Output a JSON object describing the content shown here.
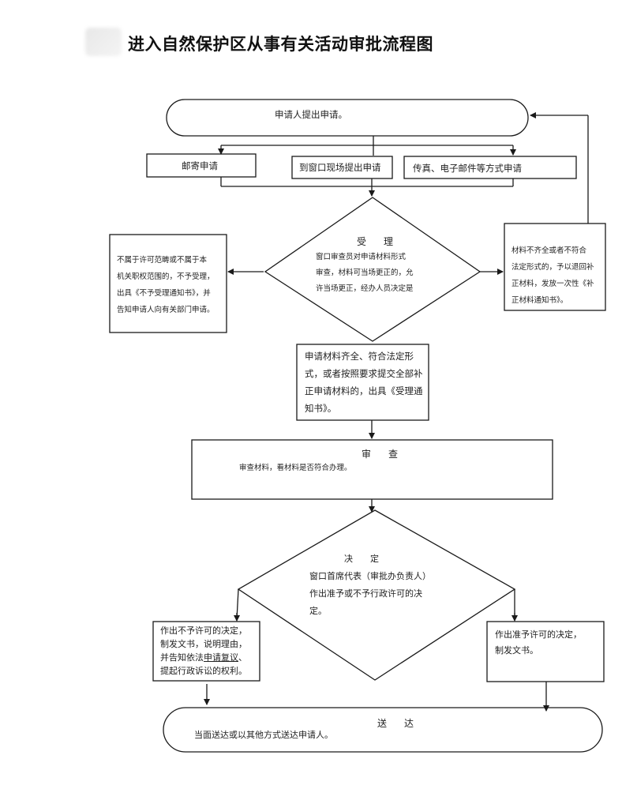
{
  "title": "进入自然保护区从事有关活动审批流程图",
  "nodes": {
    "apply": {
      "text": "申请人提出申请。"
    },
    "mail": {
      "text": "邮寄申请"
    },
    "window": {
      "text": "到窗口现场提出申请"
    },
    "fax": {
      "text": "传真、电子邮件等方式申请"
    },
    "accept": {
      "heading": "受理",
      "lines": [
        "窗口审查员对申请材料形式",
        "审查，材料可当场更正的，允",
        "许当场更正，经办人员决定是"
      ]
    },
    "reject_scope": {
      "lines": [
        "不属于许可范畴或不属于本",
        "机关职权范围的，不予受理，",
        "出具《不予受理通知书》，并",
        "告知申请人向有关部门申请。"
      ]
    },
    "supplement": {
      "lines": [
        "材料不齐全或者不符合",
        "法定形式的，予以退回补",
        "正材料，发放一次性《补",
        "正材料通知书》。"
      ]
    },
    "accepted": {
      "lines": [
        "申请材料齐全、符合法定形",
        "式，或者按照要求提交全部补",
        "正申请材料的，出具《受理通",
        "知书》。"
      ]
    },
    "review": {
      "heading": "审查",
      "text": "审查材料，看材料是否符合办理。"
    },
    "decide": {
      "heading": "决定",
      "lines": [
        "窗口首席代表（审批办负责人）",
        "作出准予或不予行政许可的决",
        "定。"
      ]
    },
    "deny": {
      "line1": "作出不予许可的决定，",
      "line2": "制发文书，说明理由，",
      "line3_pre": "并告知依法",
      "line3_ul": "申请复议",
      "line3_post": "、",
      "line4": "提起行政诉讼的权利。"
    },
    "grant": {
      "lines": [
        "作出准予许可的决定，",
        "制发文书。"
      ]
    },
    "deliver": {
      "heading": "送达",
      "text": "当面送达或以其他方式送达申请人。"
    }
  },
  "colors": {
    "stroke": "#1a1a1a",
    "background": "#ffffff"
  }
}
